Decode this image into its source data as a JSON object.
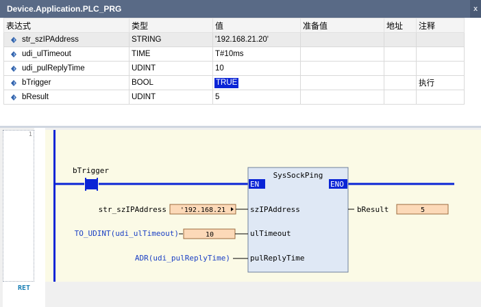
{
  "window": {
    "title": "Device.Application.PLC_PRG",
    "close_glyph": "x"
  },
  "watch": {
    "headers": [
      "表达式",
      "类型",
      "值",
      "准备值",
      "地址",
      "注释"
    ],
    "rows": [
      {
        "expr": "str_szIPAddress",
        "type": "STRING",
        "value": "'192.168.21.20'",
        "prepared": "",
        "address": "",
        "comment": ""
      },
      {
        "expr": "udi_ulTimeout",
        "type": "TIME",
        "value": "T#10ms",
        "prepared": "",
        "address": "",
        "comment": ""
      },
      {
        "expr": "udi_pulReplyTime",
        "type": "UDINT",
        "value": "10",
        "prepared": "",
        "address": "",
        "comment": ""
      },
      {
        "expr": "bTrigger",
        "type": "BOOL",
        "value": "TRUE",
        "prepared": "",
        "address": "",
        "comment": "执行"
      },
      {
        "expr": "bResult",
        "type": "UDINT",
        "value": "5",
        "prepared": "",
        "address": "",
        "comment": ""
      }
    ]
  },
  "editor": {
    "line_number": "1",
    "return_label": "RET",
    "contact_label": "bTrigger",
    "block": {
      "name": "SysSockPing",
      "en": "EN",
      "eno": "ENO",
      "inputs": [
        "szIPAddress",
        "ulTimeout",
        "pulReplyTime"
      ]
    },
    "input_expressions": [
      "str_szIPAddress",
      "TO_UDINT(udi_ulTimeout)",
      "ADR(udi_pulReplyTime)"
    ],
    "input_values": [
      "'192.168.21",
      "10"
    ],
    "output_variable": "bResult",
    "output_value": "5"
  },
  "colors": {
    "title_bar": "#596a86",
    "rail_blue": "#0a24d6",
    "block_fill": "#dfe8f5",
    "monitor_fill": "#fcd9b8",
    "canvas_bg": "#fbfae6",
    "true_highlight": "#0a24d6"
  },
  "icons": [
    "variable-icon",
    "close-icon",
    "arrow-icon"
  ]
}
